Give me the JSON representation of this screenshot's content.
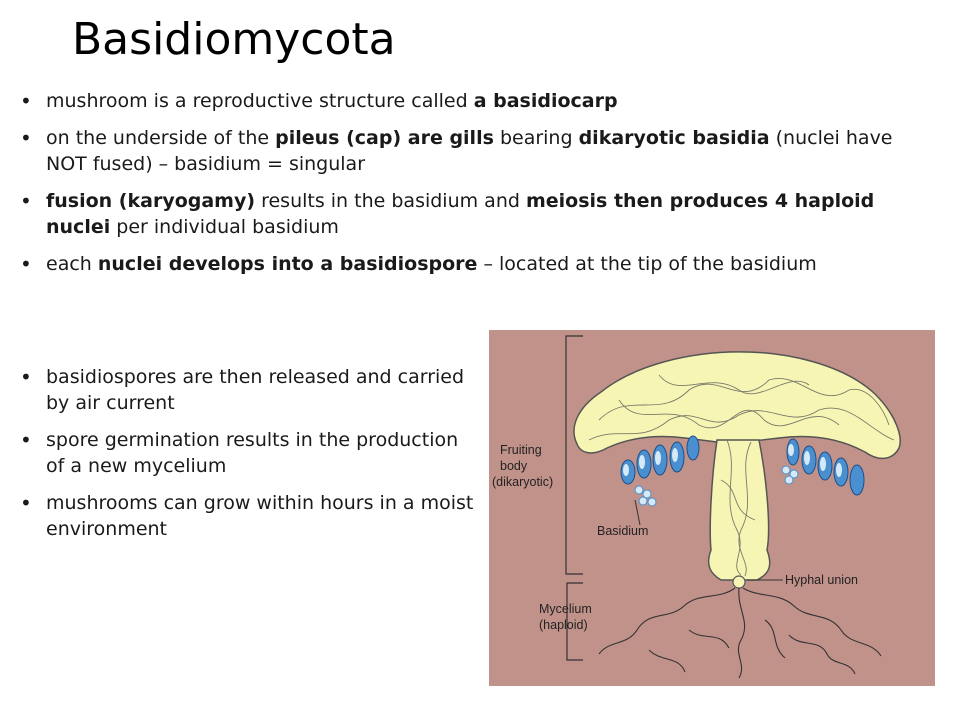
{
  "title": "Basidiomycota",
  "top_bullets": [
    [
      {
        "t": "mushroom is a reproductive structure called ",
        "b": false
      },
      {
        "t": "a basidiocarp",
        "b": true
      }
    ],
    [
      {
        "t": "on the underside of the ",
        "b": false
      },
      {
        "t": "pileus (cap) are gills",
        "b": true
      },
      {
        "t": " bearing ",
        "b": false
      },
      {
        "t": "dikaryotic basidia",
        "b": true
      },
      {
        "t": " (nuclei have NOT fused) – basidium = singular",
        "b": false
      }
    ],
    [
      {
        "t": "fusion (karyogamy)",
        "b": true
      },
      {
        "t": " results in the basidium and ",
        "b": false
      },
      {
        "t": "meiosis then produces 4 haploid nuclei",
        "b": true
      },
      {
        "t": " per individual basidium",
        "b": false
      }
    ],
    [
      {
        "t": "each ",
        "b": false
      },
      {
        "t": "nuclei develops into a basidiospore",
        "b": true
      },
      {
        "t": " – located at the tip of the basidium",
        "b": false
      }
    ]
  ],
  "bottom_bullets": [
    "basidiospores are then released and carried by air current",
    "spore germination results in the production of a new mycelium",
    "mushrooms can grow within hours in a moist environment"
  ],
  "figure": {
    "colors": {
      "background": "#c1928a",
      "mushroom": "#f7f5b4",
      "basidium": "#4a90d0",
      "basidium_light": "#d6e9f7",
      "lines": "#333333"
    },
    "labels": {
      "fruiting_body_1": "Fruiting",
      "fruiting_body_2": "body",
      "fruiting_body_3": "(dikaryotic)",
      "basidium": "Basidium",
      "hyphal_union": "Hyphal union",
      "mycelium_1": "Mycelium",
      "mycelium_2": "(haploid)"
    }
  }
}
